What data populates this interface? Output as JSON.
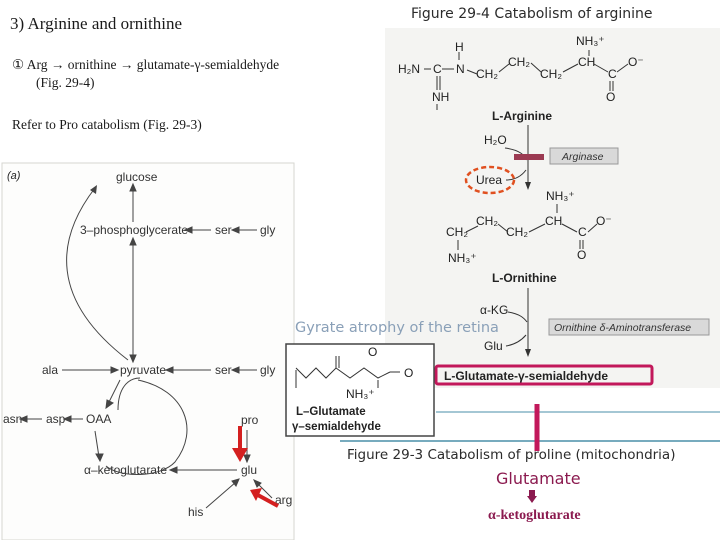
{
  "slide": {
    "title": "3) Arginine and ornithine",
    "step1_line1": "① Arg → ornithine → glutamate-γ-semialdehyde",
    "step1_line2": "(Fig. 29-4)",
    "refer": "Refer to Pro catabolism (Fig. 29-3)",
    "fig294_caption": "Figure 29-4 Catabolism of arginine",
    "fig293_caption": "Figure 29-3 Catabolism of proline (mitochondria)",
    "glutamate": "Glutamate",
    "akg": "α-ketoglutarate",
    "gyrate": "Gyrate atrophy of the retina"
  },
  "left_panel": {
    "label": "(a)",
    "nodes": {
      "glucose": "glucose",
      "phosphoglycerate": "3–phosphoglycerate",
      "ser_top": "ser",
      "gly_top": "gly",
      "ala": "ala",
      "pyruvate": "pyruvate",
      "ser_mid": "ser",
      "gly_mid": "gly",
      "asn": "asn",
      "asp": "asp",
      "oaa": "OAA",
      "pro": "pro",
      "akg": "α–ketoglutarate",
      "glu": "glu",
      "arg": "arg",
      "his": "his"
    }
  },
  "right_panel": {
    "h_label": "H",
    "nh3_top": "NH₃⁺",
    "h2n": "H₂N",
    "c1": "C",
    "n1": "N",
    "ch2_a": "CH₂",
    "ch2_b": "CH₂",
    "ch2_c": "CH₂",
    "ch_a": "CH",
    "c_end": "C",
    "o_minus": "O⁻",
    "o_dbl": "O",
    "nh_left": "NH",
    "larg": "L-Arginine",
    "h2o": "H₂O",
    "arginase": "Arginase",
    "urea": "Urea",
    "nh3_orn": "NH₃⁺",
    "ch2_orn1": "CH₂",
    "ch2_orn2": "CH₂",
    "ch_orn": "CH",
    "c_orn": "C",
    "o_orn": "O⁻",
    "ch2_orn3": "CH₂",
    "o_orn2": "O",
    "nh3_orn2": "NH₃⁺",
    "lorn": "L-Ornithine",
    "akg_label": "α-KG",
    "glu_label": "Glu",
    "oat": "Ornithine δ-Aminotransferase",
    "lgsa": "L-Glutamate-γ-semialdehyde",
    "inset_o": "O",
    "inset_o2": "O",
    "inset_nh3": "NH₃⁺",
    "inset_name1": "L–Glutamate",
    "inset_name2": "γ–semialdehyde"
  },
  "colors": {
    "accent_magenta": "#c2185b",
    "urea_circle": "#e05020",
    "red_arrow": "#d42020",
    "teal_line": "#4a8fa8",
    "arginase_bar": "#9b3a52"
  }
}
